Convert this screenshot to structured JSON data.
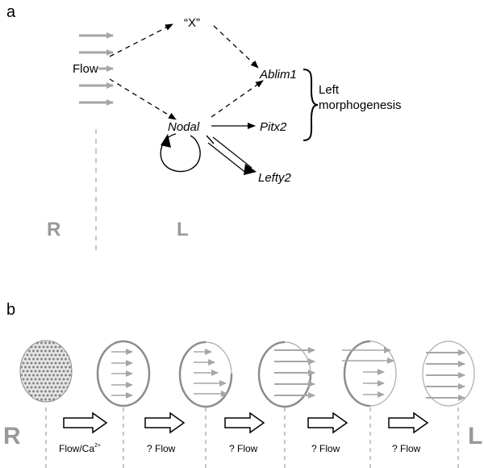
{
  "panel_a": {
    "label": "a",
    "flow": "Flow",
    "x_factor": "“X”",
    "ablim1": "Ablim1",
    "nodal": "Nodal",
    "pitx2": "Pitx2",
    "lefty2": "Lefty2",
    "left_morpho_line1": "Left",
    "left_morpho_line2": "morphogenesis",
    "side_right": "R",
    "side_left": "L"
  },
  "panel_b": {
    "label": "b",
    "side_right": "R",
    "side_left": "L",
    "steps": [
      {
        "label_main": "Flow/Ca",
        "label_sup": "2+"
      },
      {
        "label_main": "? Flow",
        "label_sup": ""
      },
      {
        "label_main": "? Flow",
        "label_sup": ""
      },
      {
        "label_main": "? Flow",
        "label_sup": ""
      },
      {
        "label_main": "? Flow",
        "label_sup": ""
      }
    ]
  },
  "colors": {
    "arrow_gray": "#a6a6a6",
    "letter_gray": "#9a9a9a",
    "dot_gray": "#8c8c8c",
    "line_black": "#000000"
  }
}
